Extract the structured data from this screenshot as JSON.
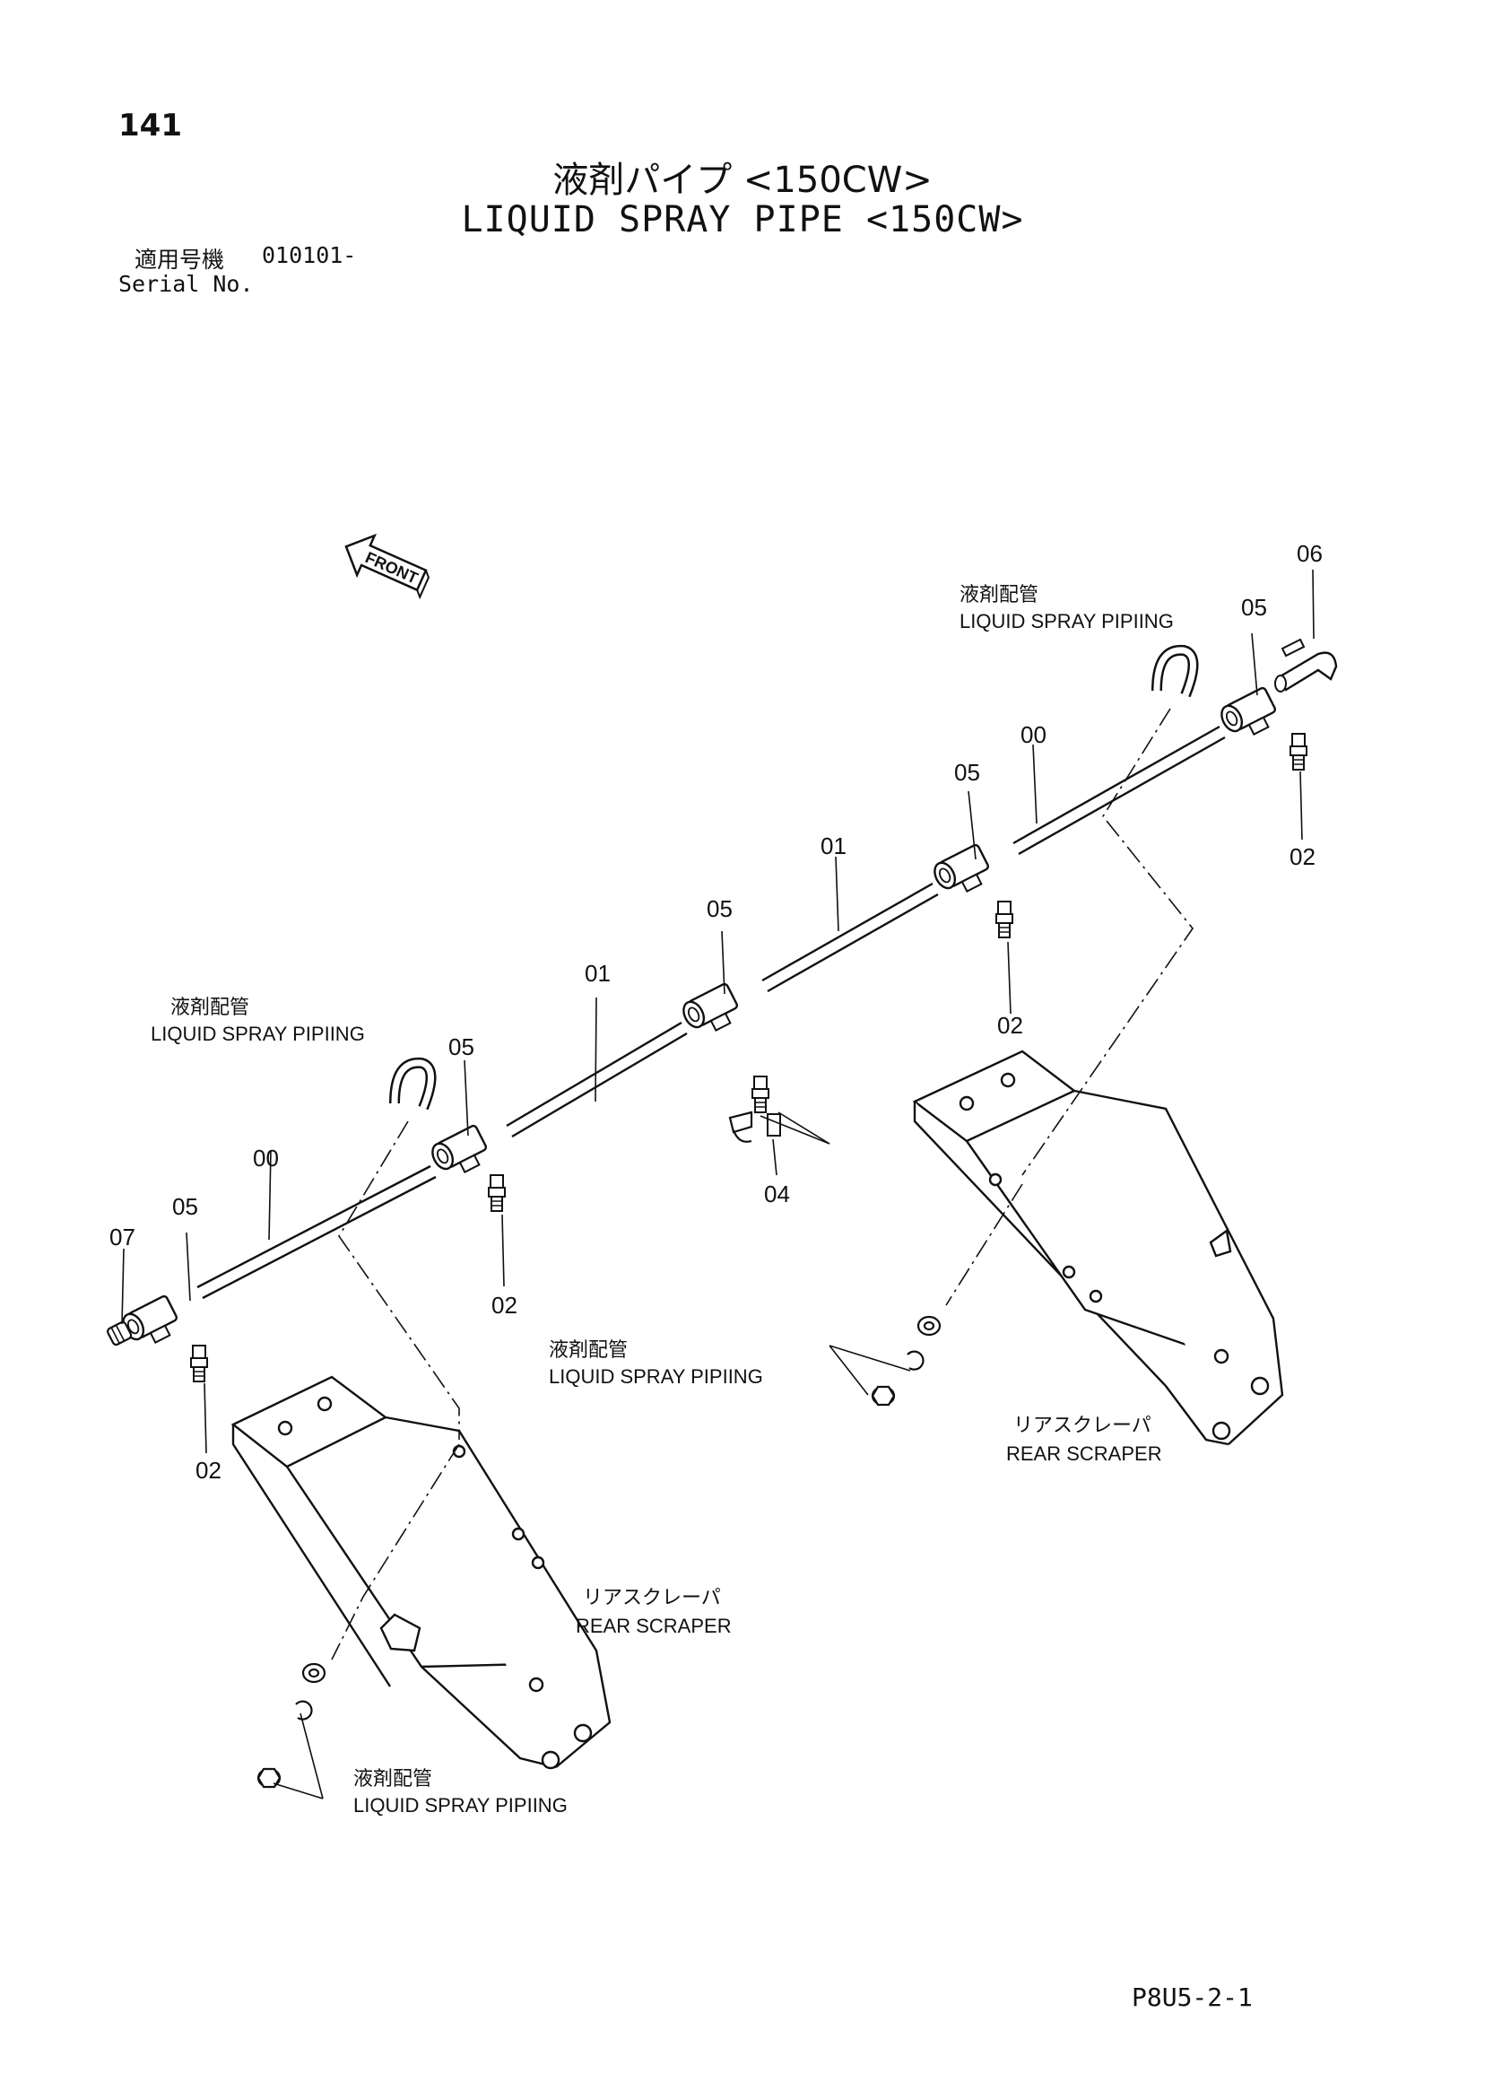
{
  "page_number": "141",
  "title_jp": "液剤パイプ <150CW>",
  "title_en": "LIQUID SPRAY PIPE <150CW>",
  "serial_label_jp": "適用号機",
  "serial_value": "010101-",
  "serial_label_en": "Serial No.",
  "front_label": "FRONT",
  "callouts": {
    "c00": "00",
    "c01": "01",
    "c02": "02",
    "c04": "04",
    "c05": "05",
    "c06": "06",
    "c07": "07"
  },
  "labels": {
    "piping_jp": "液剤配管",
    "piping_en": "LIQUID SPRAY PIPIING",
    "scraper_jp": "リアスクレーパ",
    "scraper_en": "REAR SCRAPER"
  },
  "footer_code": "P8U5-2-1"
}
